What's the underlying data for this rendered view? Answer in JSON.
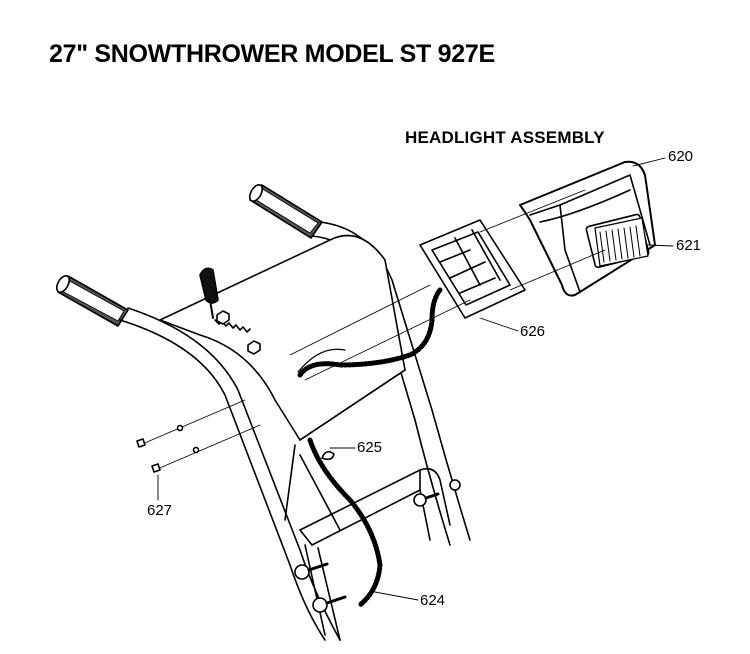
{
  "title": "27\" SNOWTHROWER MODEL ST 927E",
  "subtitle": "HEADLIGHT ASSEMBLY",
  "callouts": [
    {
      "id": "620",
      "label": "620"
    },
    {
      "id": "621",
      "label": "621"
    },
    {
      "id": "626",
      "label": "626"
    },
    {
      "id": "625",
      "label": "625"
    },
    {
      "id": "627",
      "label": "627"
    },
    {
      "id": "624",
      "label": "624"
    }
  ]
}
